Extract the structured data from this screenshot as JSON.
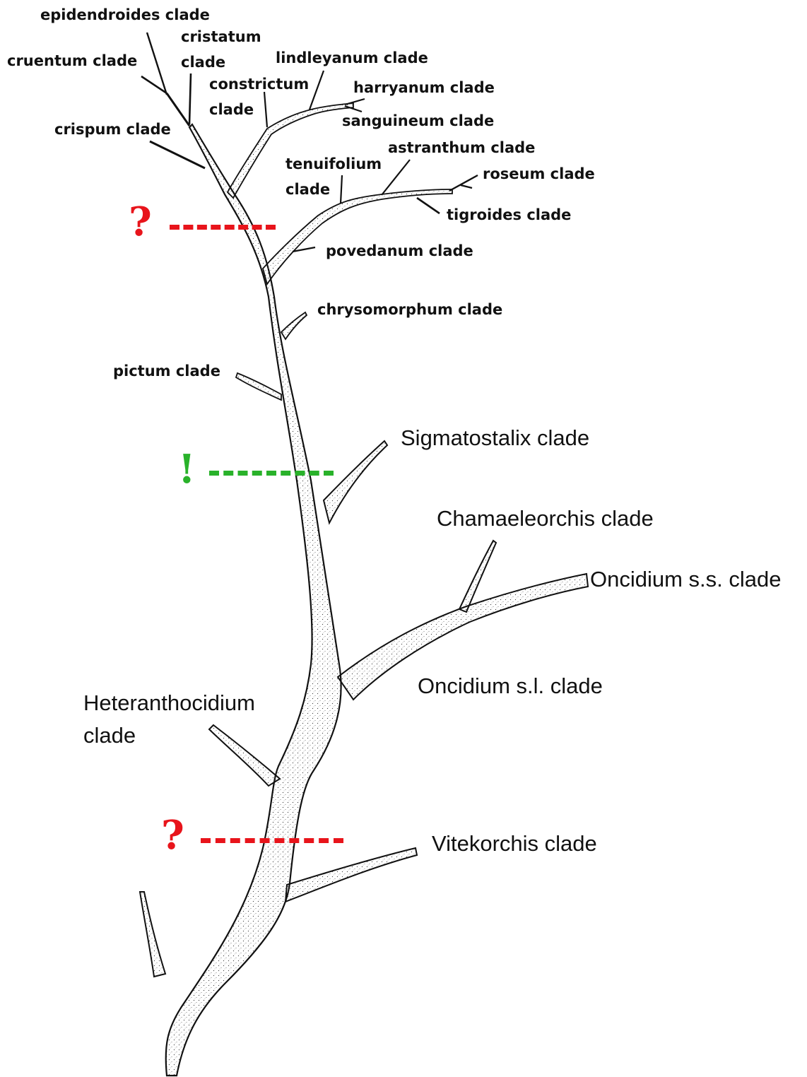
{
  "clade_labels": {
    "epidendroides": "epidendroides clade",
    "cristatum_1": "cristatum",
    "cristatum_2": "clade",
    "cruentum": "cruentum clade",
    "lindleyanum": "lindleyanum clade",
    "constrictum_1": "constrictum",
    "constrictum_2": "clade",
    "harryanum": "harryanum clade",
    "sanguineum": "sanguineum clade",
    "crispum": "crispum clade",
    "astranthum": "astranthum clade",
    "tenuifolium_1": "tenuifolium",
    "tenuifolium_2": "clade",
    "roseum": "roseum clade",
    "tigroides": "tigroides clade",
    "povedanum": "povedanum clade",
    "chrysomorphum": "chrysomorphum clade",
    "pictum": "pictum clade",
    "sigmatostalix": "Sigmatostalix clade",
    "chamaeleorchis": "Chamaeleorchis clade",
    "oncidium_ss": "Oncidium s.s. clade",
    "oncidium_sl": "Oncidium s.l. clade",
    "heteranthocidium_1": "Heteranthocidium",
    "heteranthocidium_2": "clade",
    "vitekorchis": "Vitekorchis clade"
  },
  "markers": {
    "upper_uncertain": "?",
    "middle_certain": "!",
    "lower_uncertain": "?"
  },
  "colors": {
    "uncertain": "#e8141b",
    "certain": "#29b22a",
    "branch_outline": "#111111",
    "stipple": "#333333"
  }
}
